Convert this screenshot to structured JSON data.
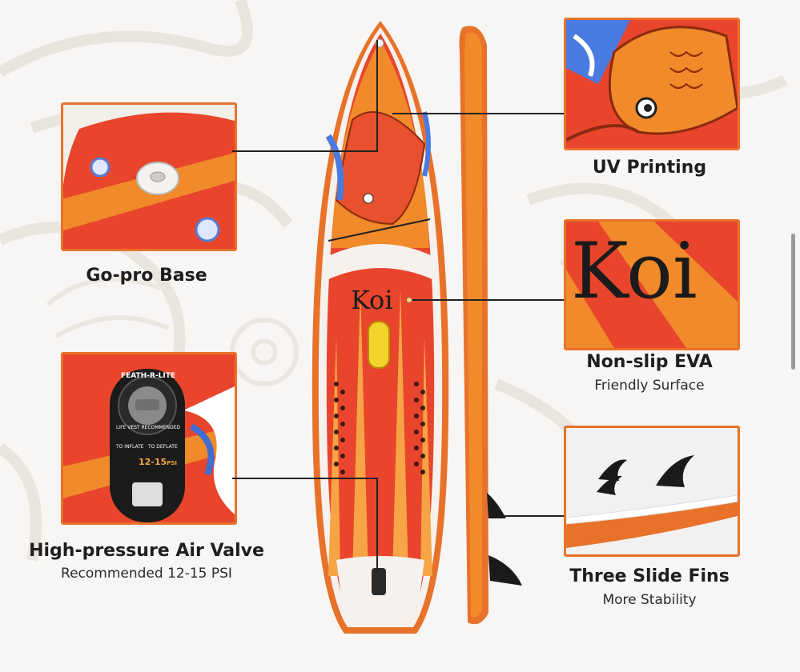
{
  "colors": {
    "accent_orange": "#e8722a",
    "board_red": "#e8452c",
    "board_orange": "#f08a2a",
    "background": "#f7f6f5",
    "text": "#1e1e1e"
  },
  "features": {
    "gopro": {
      "title": "Go-pro Base",
      "subtitle": ""
    },
    "valve": {
      "title": "High-pressure Air Valve",
      "subtitle": "Recommended 12-15 PSI",
      "valve_brand": "FEATH-R-LITE",
      "valve_ring": "LIFE VEST RECOMMENDED",
      "inflate_label": "TO INFLATE",
      "deflate_label": "TO DEFLATE",
      "psi": "12-15",
      "psi_unit": "PSI"
    },
    "uv": {
      "title": "UV Printing",
      "subtitle": ""
    },
    "eva": {
      "title": "Non-slip EVA",
      "subtitle": "Friendly Surface"
    },
    "fins": {
      "title": "Three Slide Fins",
      "subtitle": "More Stability"
    }
  },
  "board": {
    "brand_text": "Koi"
  },
  "icons": [
    "koi-fish-illustration",
    "paddle-board-top-view",
    "paddle-board-side-view",
    "fin-icon",
    "air-valve-icon",
    "gopro-mount-icon"
  ]
}
